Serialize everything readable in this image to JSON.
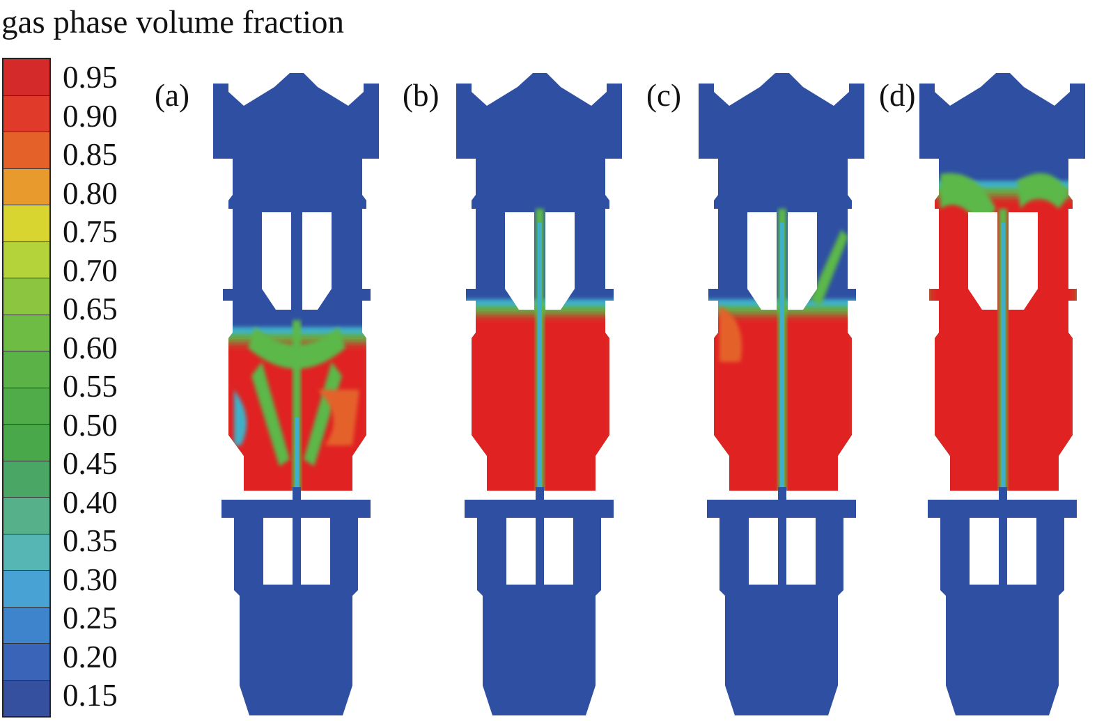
{
  "legend": {
    "title": "gas phase volume fraction",
    "colors": [
      "#d42a2a",
      "#e03a2a",
      "#e4622a",
      "#e89a2c",
      "#d9d530",
      "#b4d33a",
      "#8cc640",
      "#6fbc44",
      "#5bb246",
      "#4fac48",
      "#49a84a",
      "#4aa664",
      "#56b08a",
      "#55b6b4",
      "#48a2d4",
      "#3e84cc",
      "#3a64b8",
      "#35509e"
    ],
    "ticks": [
      "0.95",
      "0.90",
      "0.85",
      "0.80",
      "0.75",
      "0.70",
      "0.65",
      "0.60",
      "0.55",
      "0.50",
      "0.45",
      "0.40",
      "0.35",
      "0.30",
      "0.25",
      "0.20",
      "0.15"
    ]
  },
  "panels": [
    {
      "label": "(a)"
    },
    {
      "label": "(b)"
    },
    {
      "label": "(c)"
    },
    {
      "label": "(d)"
    }
  ],
  "colors": {
    "low": "#2f4fa3",
    "high": "#e02020",
    "mid": "#5cb84a",
    "edge": "#3fb0c8"
  }
}
